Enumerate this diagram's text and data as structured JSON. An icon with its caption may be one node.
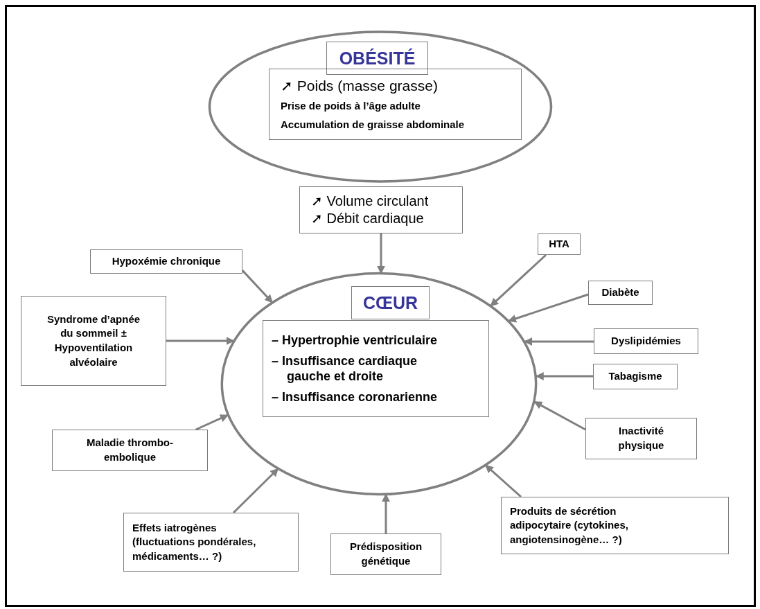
{
  "diagram": {
    "nodes": [
      {
        "text": [],
        "shape": "ellipse"
      },
      {
        "text": [
          "OBÉSITÉ"
        ],
        "in": 0
      },
      {
        "text": [
          "➚ Poids (masse grasse)",
          "Prise de poids à l’âge adulte",
          "Accumulation de graisse abdominale"
        ],
        "in": 0
      },
      {
        "text": [
          "➚ Volume circulant",
          "➚ Débit cardiaque"
        ]
      },
      {
        "text": [],
        "shape": "ellipse"
      },
      {
        "text": [
          "CŒUR"
        ],
        "in": 4
      },
      {
        "text": [
          "– Hypertrophie ventriculaire",
          "– Insuffisance cardiaque gauche et droite",
          "– Insuffisance coronarienne"
        ],
        "in": 4
      },
      {
        "text": [
          "HTA"
        ]
      },
      {
        "text": [
          "Hypoxémie chronique"
        ]
      },
      {
        "text": [
          "Diabète"
        ]
      },
      {
        "text": [
          "Syndrome d’apnée du sommeil ± Hypoventilation alvéolaire"
        ]
      },
      {
        "text": [
          "Dyslipidémies"
        ]
      },
      {
        "text": [
          "Tabagisme"
        ]
      },
      {
        "text": [
          "Maladie thrombo-embolique"
        ]
      },
      {
        "text": [
          "Inactivité physique"
        ]
      },
      {
        "text": [
          "Produits de sécrétion adipocytaire (cytokines, angiotensinogène… ?)"
        ]
      },
      {
        "text": [
          "Effets iatrogènes (fluctuations pondérales, médicaments… ?)"
        ]
      },
      {
        "text": [
          "Prédisposition génétique"
        ]
      }
    ],
    "edges": [
      {
        "from": 3,
        "to": 4,
        "arrow": "to"
      },
      {
        "from": 7,
        "to": 4,
        "arrow": "to"
      },
      {
        "from": 8,
        "to": 4,
        "arrow": "to"
      },
      {
        "from": 9,
        "to": 4,
        "arrow": "to"
      },
      {
        "from": 10,
        "to": 4,
        "arrow": "to"
      },
      {
        "from": 11,
        "to": 4,
        "arrow": "to"
      },
      {
        "from": 12,
        "to": 4,
        "arrow": "to"
      },
      {
        "from": 13,
        "to": 4,
        "arrow": "to"
      },
      {
        "from": 14,
        "to": 4,
        "arrow": "to"
      },
      {
        "from": 15,
        "to": 4,
        "arrow": "to"
      },
      {
        "from": 16,
        "to": 4,
        "arrow": "to"
      },
      {
        "from": 17,
        "to": 4,
        "arrow": "to"
      }
    ]
  }
}
